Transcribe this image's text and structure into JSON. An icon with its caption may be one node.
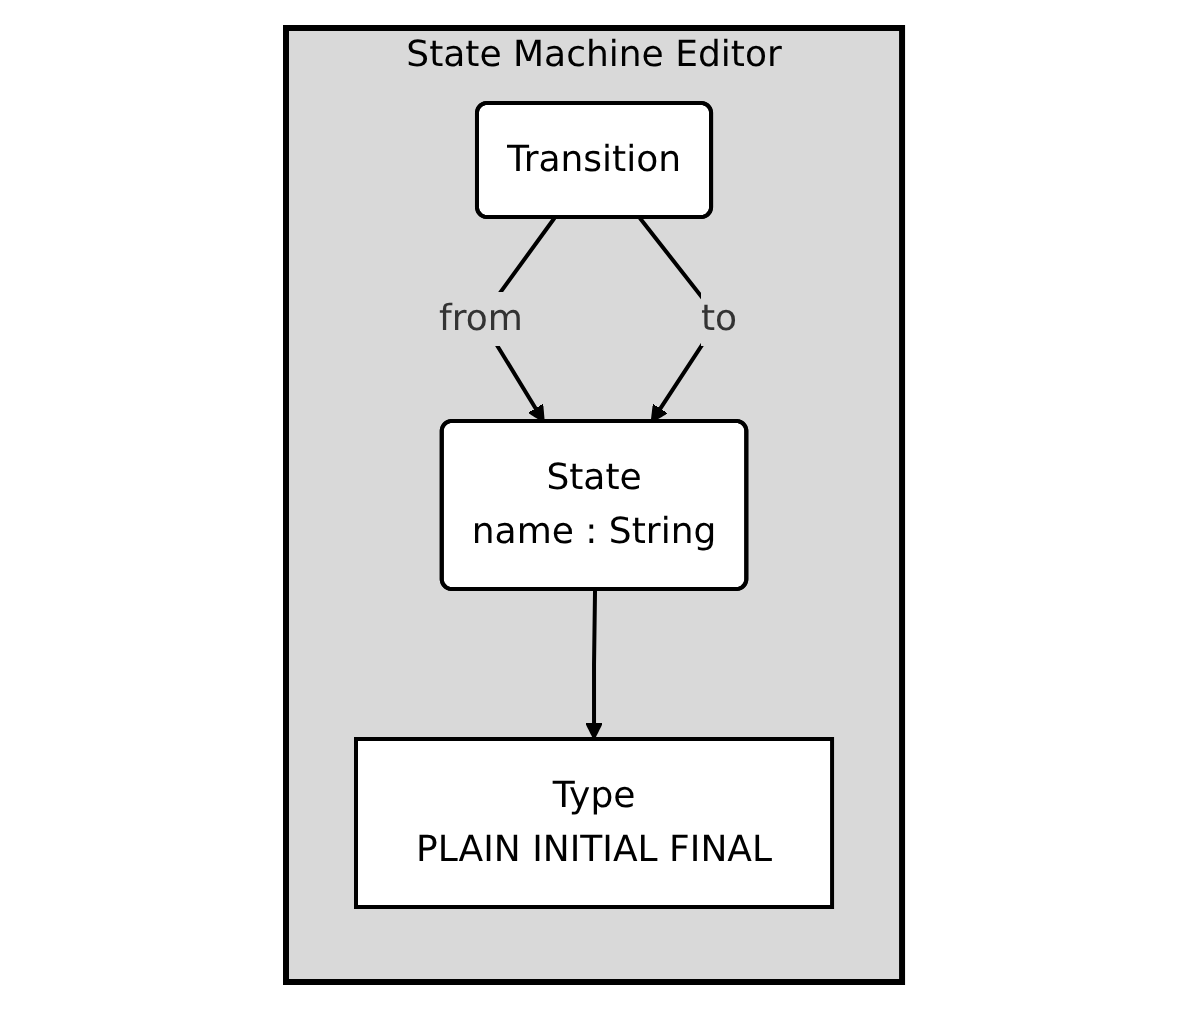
{
  "diagram": {
    "nodes": [
      {
        "text": [
          "State Machine Editor"
        ]
      },
      {
        "text": [
          "State",
          "name : String"
        ],
        "in": 0
      },
      {
        "text": [
          "Type",
          "PLAIN INITIAL FINAL"
        ],
        "in": 0
      },
      {
        "text": [
          "Transition"
        ],
        "in": 0
      }
    ],
    "edges": [
      {
        "from": 1,
        "to": 2,
        "arrow": "to"
      },
      {
        "from": 3,
        "to": 1,
        "label": "from",
        "arrow": "to"
      },
      {
        "from": 3,
        "to": 1,
        "label": "to",
        "arrow": "to"
      }
    ]
  }
}
